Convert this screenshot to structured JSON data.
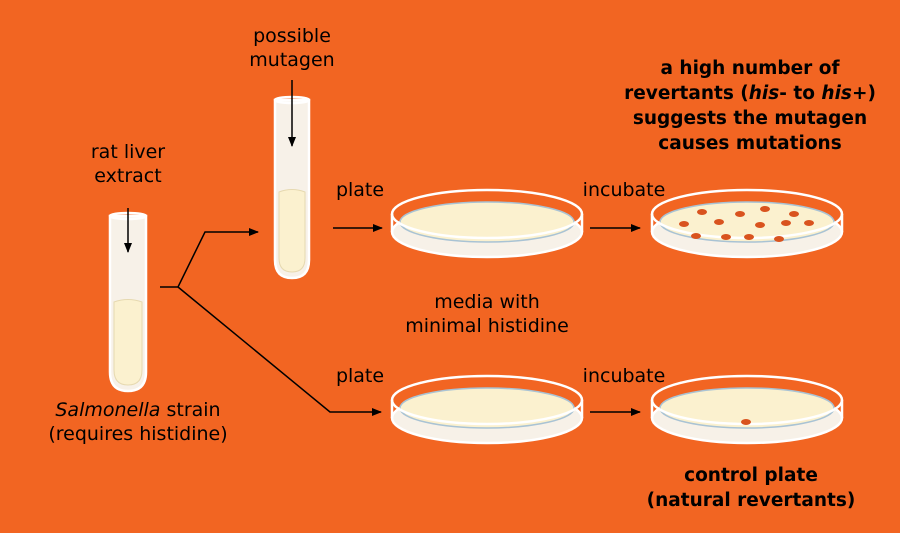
{
  "labels": {
    "rat_liver_extract": [
      "rat liver",
      "extract"
    ],
    "possible_mutagen": [
      "possible",
      "mutagen"
    ],
    "salmonella_strain": {
      "italic": "Salmonella",
      "rest": " strain",
      "line2": "(requires histidine)"
    },
    "plate_top": "plate",
    "plate_bottom": "plate",
    "incubate_top": "incubate",
    "incubate_bottom": "incubate",
    "media": [
      "media with",
      "minimal histidine"
    ],
    "result_top": {
      "line1": "a high number of",
      "line2_pre": "revertants (",
      "line2_his_minus": "his",
      "line2_mid": "- to ",
      "line2_his_plus": "his",
      "line2_post": "+)",
      "line3": "suggests the mutagen",
      "line4": "causes mutations"
    },
    "result_bottom": [
      "control plate",
      "(natural revertants)"
    ]
  },
  "colors": {
    "background": "#f26522",
    "medium": "#fbf1cf",
    "glass": "#ffffff",
    "plate_line": "#a9c3d4",
    "colony": "#d9531e",
    "line": "#000000"
  },
  "colony_counts": {
    "mutagen_plate": 13,
    "control_plate": 1
  }
}
